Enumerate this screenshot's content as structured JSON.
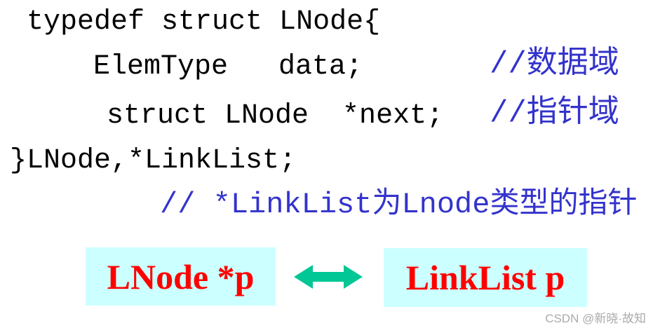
{
  "slide": {
    "background": "#ffffff"
  },
  "code": {
    "text_color": "#000000",
    "comment_color": "#3333cc",
    "lines": [
      {
        "code": "typedef struct LNode{",
        "comment": ""
      },
      {
        "code": "ElemType   data;",
        "comment": "//数据域"
      },
      {
        "code": "struct LNode  *next;",
        "comment": "//指针域"
      },
      {
        "code": "}LNode,*LinkList;",
        "comment": ""
      },
      {
        "code": "",
        "comment": "// *LinkList为Lnode类型的指针"
      }
    ]
  },
  "equivalence": {
    "left_label": "LNode *p",
    "right_label": "LinkList p",
    "box_background": "#ccffff",
    "label_color": "#ff0000",
    "arrow_icon": "double-headed-arrow",
    "arrow_color": "#00c795"
  },
  "watermark": {
    "text": "CSDN @新晓·故知",
    "color": "#ababab"
  }
}
